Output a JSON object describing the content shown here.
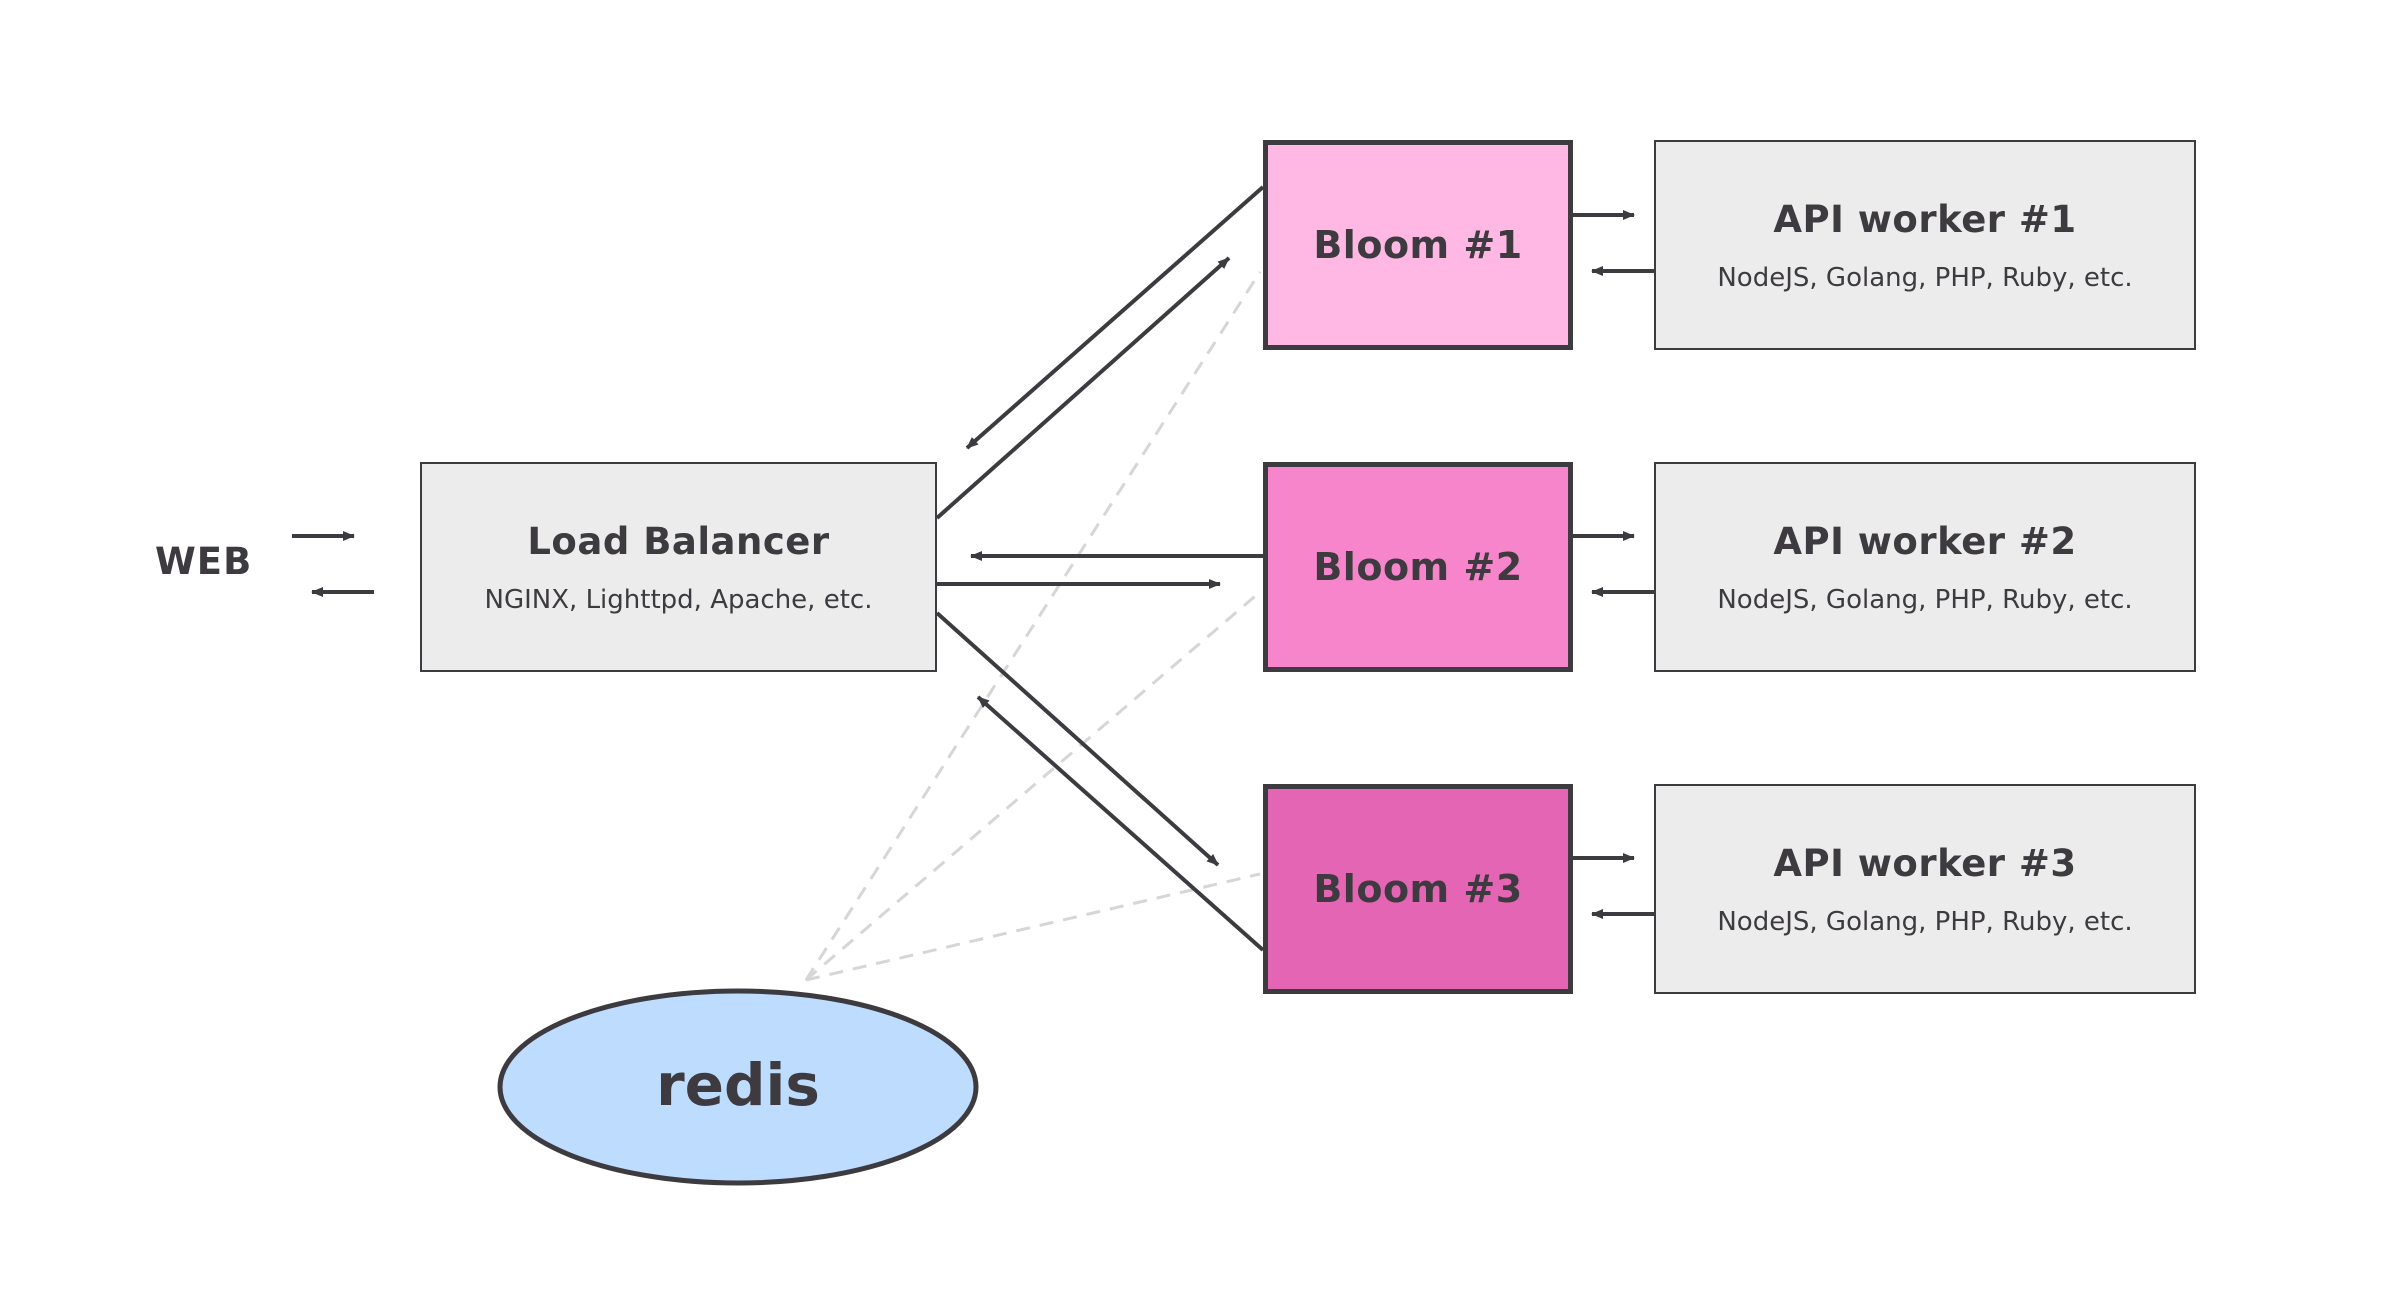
{
  "web": {
    "label": "WEB"
  },
  "load_balancer": {
    "title": "Load Balancer",
    "subtitle": "NGINX, Lighttpd, Apache, etc."
  },
  "blooms": [
    {
      "title": "Bloom #1",
      "color": "#ffb8e3"
    },
    {
      "title": "Bloom #2",
      "color": "#f785cb"
    },
    {
      "title": "Bloom #3",
      "color": "#e565b5"
    }
  ],
  "workers": [
    {
      "title": "API worker #1",
      "subtitle": "NodeJS, Golang, PHP, Ruby, etc."
    },
    {
      "title": "API worker #2",
      "subtitle": "NodeJS, Golang, PHP, Ruby, etc."
    },
    {
      "title": "API worker #3",
      "subtitle": "NodeJS, Golang, PHP, Ruby, etc."
    }
  ],
  "redis": {
    "label": "redis",
    "color": "#bddcfe"
  },
  "colors": {
    "line": "#3d3b3f",
    "box": "#ececec",
    "dashed": "#d6d6d6"
  }
}
